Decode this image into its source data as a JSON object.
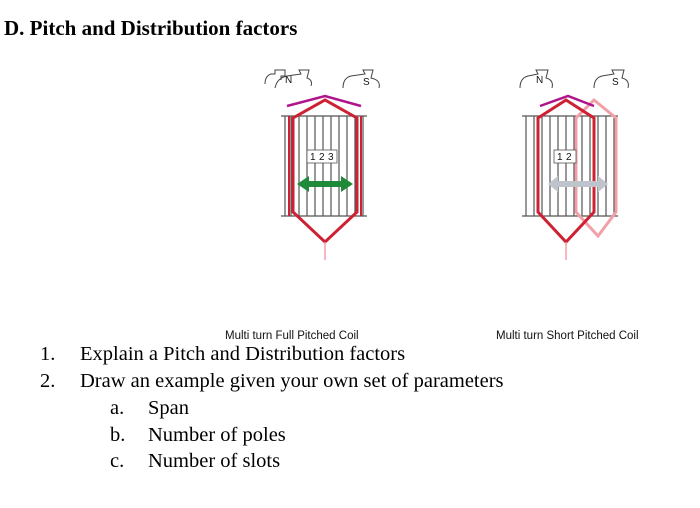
{
  "heading": "D. Pitch and Distribution factors",
  "figures": [
    {
      "caption": "Multi turn Full Pitched Coil",
      "pole_n": "N",
      "pole_s": "S",
      "slot_labels": [
        "1",
        "2",
        "3"
      ],
      "arrow_color": "#1f8a3a"
    },
    {
      "caption": "Multi turn Short Pitched Coil",
      "pole_n": "N",
      "pole_s": "S",
      "slot_labels": [
        "1",
        "2"
      ],
      "arrow_color": "#bfc4cc"
    }
  ],
  "colors": {
    "coil": "#cc2233",
    "coil_light": "#f2a0a8",
    "coil_top": "#b0148c",
    "slots": "#555555"
  },
  "questions": [
    {
      "num": "1.",
      "text": "Explain a Pitch and Distribution factors"
    },
    {
      "num": "2.",
      "text": "Draw an example given your own set of parameters"
    }
  ],
  "sub_items": [
    {
      "num": "a.",
      "text": "Span"
    },
    {
      "num": "b.",
      "text": "Number of poles"
    },
    {
      "num": "c.",
      "text": "Number of slots"
    }
  ]
}
